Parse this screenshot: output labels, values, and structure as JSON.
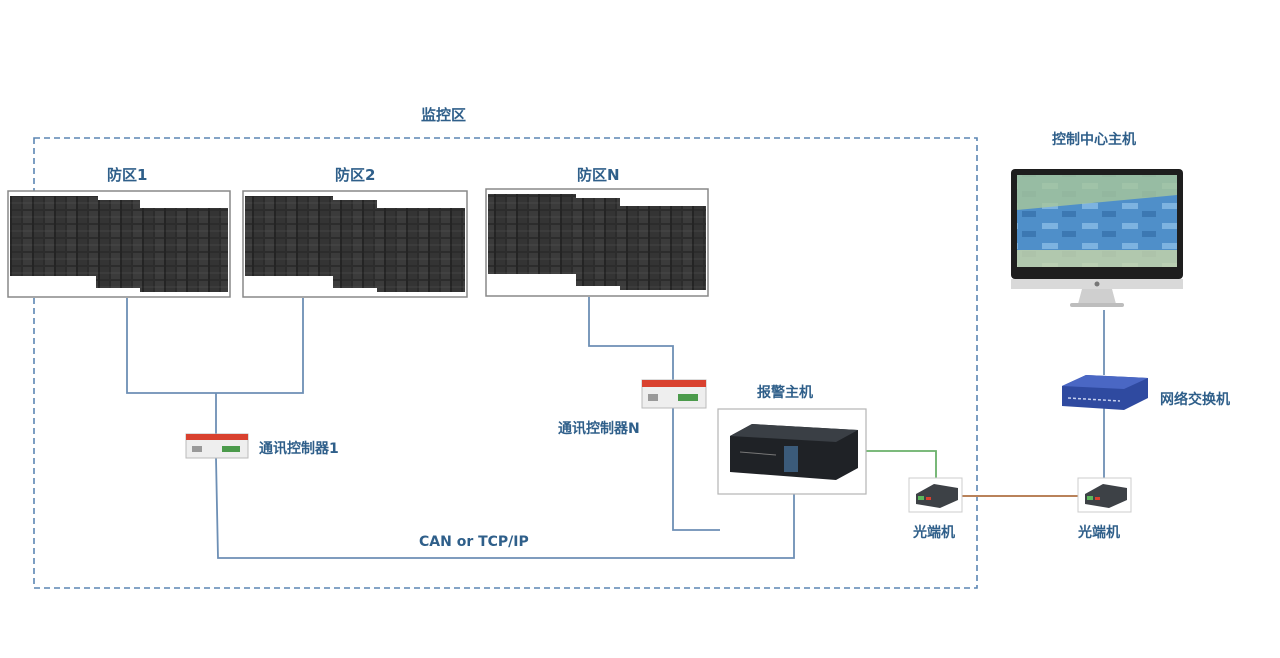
{
  "diagram": {
    "monitor_zone_label": "监控区",
    "zones": [
      {
        "label": "防区1"
      },
      {
        "label": "防区2"
      },
      {
        "label": "防区N"
      }
    ],
    "controllers": [
      {
        "label": "通讯控制器1"
      },
      {
        "label": "通讯控制器N"
      }
    ],
    "alarm_host_label": "报警主机",
    "bus_label": "CAN or TCP/IP",
    "fiber_terminal_left_label": "光端机",
    "fiber_terminal_right_label": "光端机",
    "network_switch_label": "网络交换机",
    "control_center_label": "控制中心主机",
    "colors": {
      "line": "#6d8fb5",
      "label": "#2f5f8a",
      "zone_border": "#5b86b3",
      "fiber_link": "#b9825a",
      "green_link": "#6ab06a",
      "controller_red": "#d9412f"
    }
  }
}
